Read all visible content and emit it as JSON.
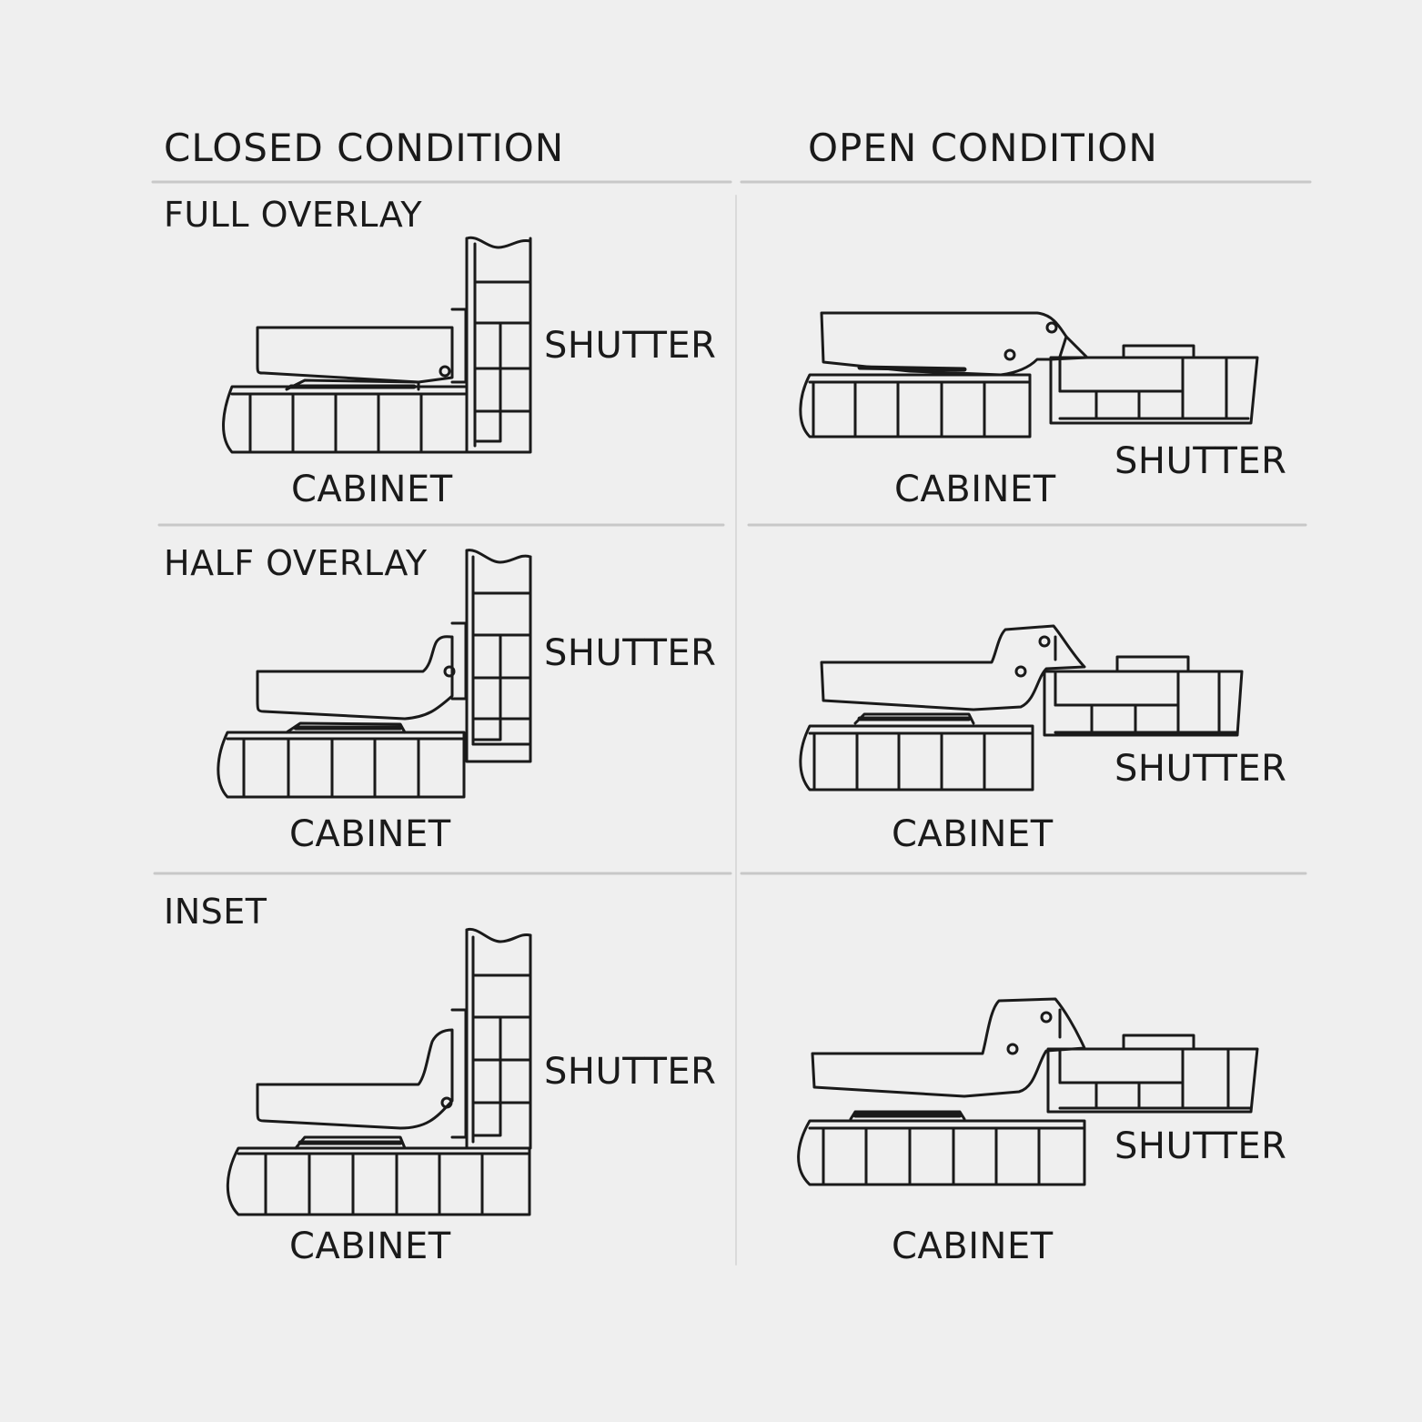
{
  "headers": {
    "closed": "CLOSED CONDITION",
    "open": "OPEN CONDITION"
  },
  "sections": [
    {
      "title": "FULL OVERLAY",
      "shutter": "SHUTTER",
      "cabinet": "CABINET"
    },
    {
      "title": "HALF OVERLAY",
      "shutter": "SHUTTER",
      "cabinet": "CABINET"
    },
    {
      "title": "INSET",
      "shutter": "SHUTTER",
      "cabinet": "CABINET"
    }
  ],
  "colors": {
    "background": "#efefef",
    "line": "#1a1a1a",
    "divider": "#c8c8c8"
  }
}
